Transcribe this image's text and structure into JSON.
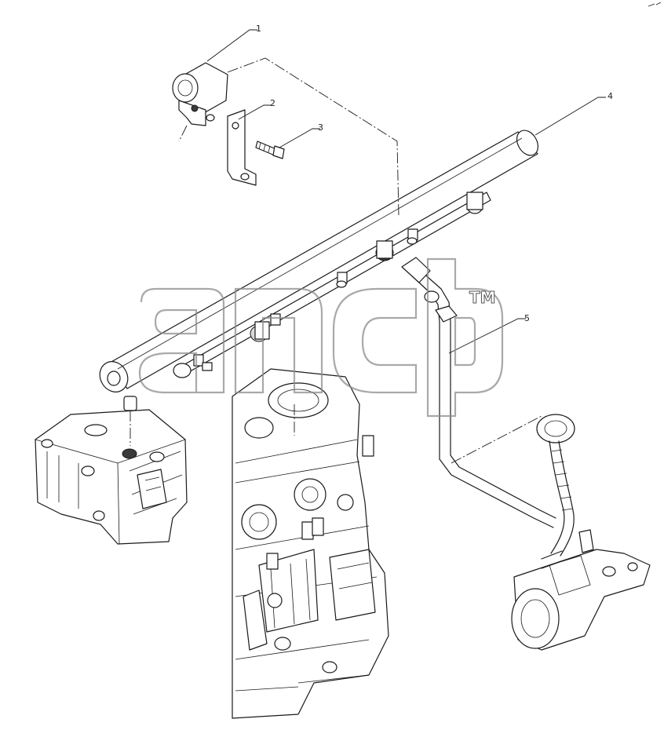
{
  "diagram": {
    "callouts": [
      {
        "id": "1",
        "label": "1"
      },
      {
        "id": "2",
        "label": "2"
      },
      {
        "id": "3",
        "label": "3"
      },
      {
        "id": "4",
        "label": "4"
      },
      {
        "id": "5",
        "label": "5"
      }
    ],
    "watermark": {
      "trademark": "TM"
    },
    "colors": {
      "line": "#1a1a1a",
      "watermark": "#8c8c8c",
      "background": "#ffffff"
    }
  }
}
